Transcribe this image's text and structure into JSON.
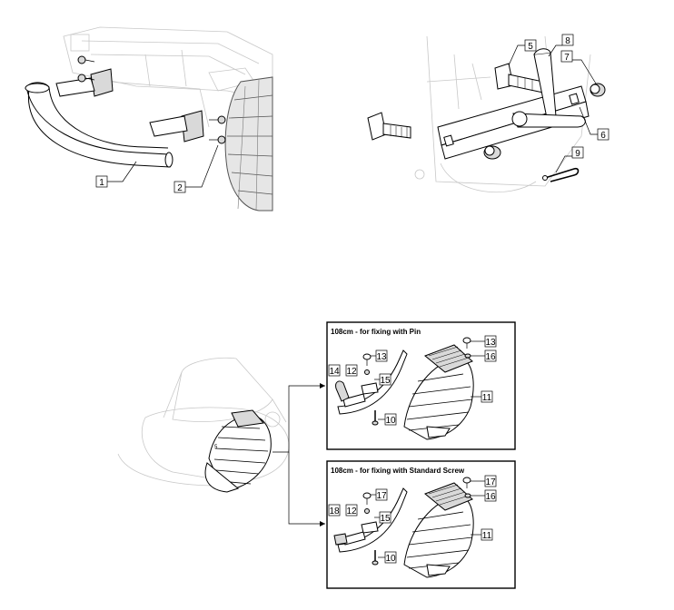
{
  "panels": {
    "front_bumper": {
      "callouts": [
        {
          "id": "c1",
          "num": "1"
        },
        {
          "id": "c2",
          "num": "2"
        }
      ]
    },
    "tow_hitch": {
      "callouts": [
        {
          "id": "c5",
          "num": "5"
        },
        {
          "id": "c8",
          "num": "8"
        },
        {
          "id": "c7",
          "num": "7"
        },
        {
          "id": "c6",
          "num": "6"
        },
        {
          "id": "c9",
          "num": "9"
        }
      ]
    },
    "deflector_pin": {
      "title": "108cm - for fixing with Pin",
      "callouts": [
        "13",
        "12",
        "14",
        "15",
        "10",
        "13",
        "16",
        "11"
      ]
    },
    "deflector_screw": {
      "title": "108cm - for fixing with Standard Screw",
      "callouts": [
        "17",
        "12",
        "18",
        "15",
        "10",
        "17",
        "16",
        "11"
      ]
    }
  }
}
